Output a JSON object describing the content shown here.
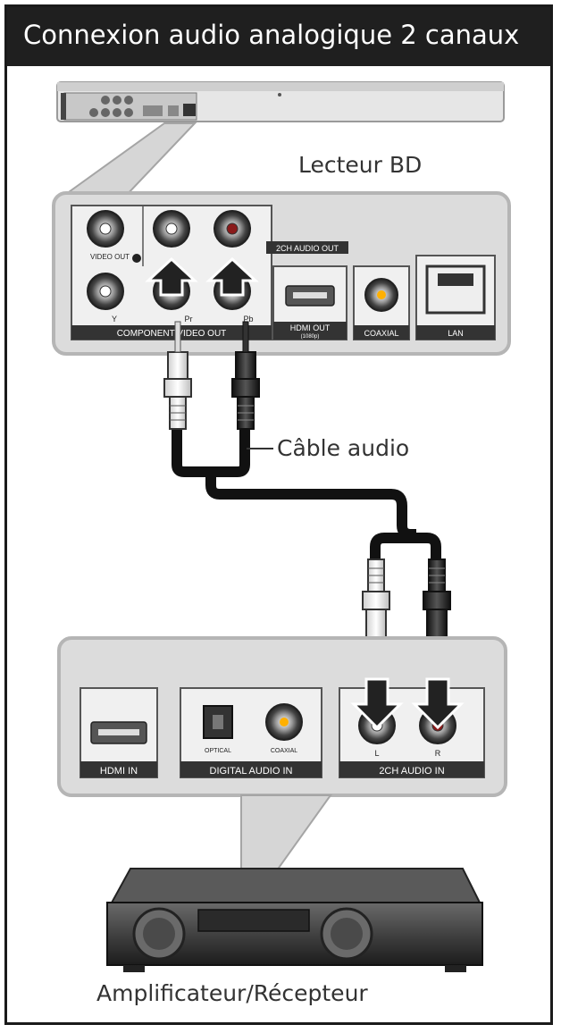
{
  "title": "Connexion audio analogique 2 canaux",
  "labels": {
    "player": "Lecteur BD",
    "cable": "Câble audio",
    "amplifier": "Amplificateur/Récepteur"
  },
  "player_panel": {
    "video_out": "VIDEO OUT",
    "audio_out_2ch": "2CH AUDIO OUT",
    "y": "Y",
    "pr": "Pr",
    "pb": "Pb",
    "component_video_out": "COMPONENT VIDEO OUT",
    "hdmi_out": "HDMI OUT",
    "hdmi_out_sub": "(1080p)",
    "coaxial": "COAXIAL",
    "lan": "LAN"
  },
  "amp_panel": {
    "hdmi_in": "HDMI IN",
    "optical": "OPTICAL",
    "coaxial": "COAXIAL",
    "digital_audio_in": "DIGITAL AUDIO IN",
    "l": "L",
    "r": "R",
    "audio_in_2ch": "2CH AUDIO IN"
  },
  "colors": {
    "header_bg": "#1f1f1f",
    "panel_bg": "#dcdcdc",
    "panel_border": "#b5b5b5",
    "cable": "#111111"
  }
}
